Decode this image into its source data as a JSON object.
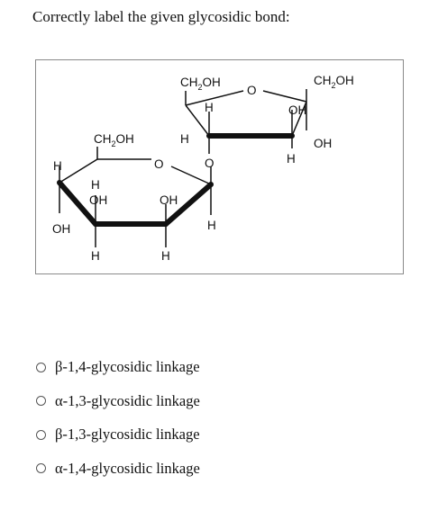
{
  "question": {
    "text": "Correctly label the given glycosidic bond:"
  },
  "structure": {
    "labels": {
      "ch2oh": "CH",
      "ch2oh_sub": "2",
      "ch2oh_tail": "OH",
      "oh": "OH",
      "h": "H",
      "o": "O"
    }
  },
  "options": [
    {
      "label": "β-1,4-glycosidic linkage"
    },
    {
      "label": "α-1,3-glycosidic linkage"
    },
    {
      "label": "β-1,3-glycosidic linkage"
    },
    {
      "label": "α-1,4-glycosidic linkage"
    }
  ]
}
